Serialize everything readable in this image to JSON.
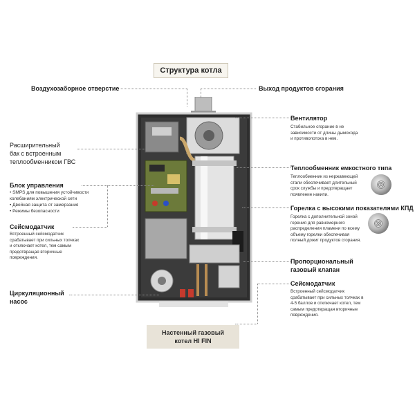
{
  "diagram": {
    "title": "Структура котла",
    "caption": [
      "Настенный газовый",
      "котел HI FIN"
    ],
    "left_labels": {
      "air_intake": "Воздухозаборное отверстие",
      "expansion_tank": [
        "Расширительный",
        "бак с встроенным",
        "теплообменником ГВС"
      ],
      "control_unit": "Блок управления",
      "control_unit_bullets": [
        "SMPS для повышения устойчивости колебаниям электрической сети",
        "Двойная защита от замерзания",
        "Режимы безопасности"
      ],
      "seismic_sensor": "Сейсмодатчик",
      "seismic_sensor_desc": "Встроенный сейсмодатчик срабатывает при сильных толчках и отключает котел, тем самым предотвращая вторичные повреждения.",
      "circulation_pump": [
        "Циркуляционный",
        "насос"
      ]
    },
    "right_labels": {
      "flue_outlet": "Выход продуктов сгорания",
      "fan": "Вентилятор",
      "fan_desc": "Стабильное сгорание в не зависимости от длины дымохода и противопотока в нем.",
      "heat_exchanger": "Теплообменник емкостного типа",
      "heat_exchanger_desc": "Теплообменник из нержавеющей стали обеспечивает длительный срок службы и предотвращает появление накипи.",
      "burner": "Горелка с высокими показателями КПД",
      "burner_desc": "Горелка с дополнительной зоной горения для равномерного распределения пламени по всему объему горелки обеспечивая полный дожиг продуктов сгорания.",
      "gas_valve": [
        "Пропорциональный",
        "газовый клапан"
      ],
      "seismic_sensor": "Сейсмодатчик",
      "seismic_sensor_desc": "Встроенный сейсмодатчик срабатывает при сильных толчках в 4-5 баллов и отключает котел, тем самым предотвращая вторичные повреждения."
    }
  }
}
